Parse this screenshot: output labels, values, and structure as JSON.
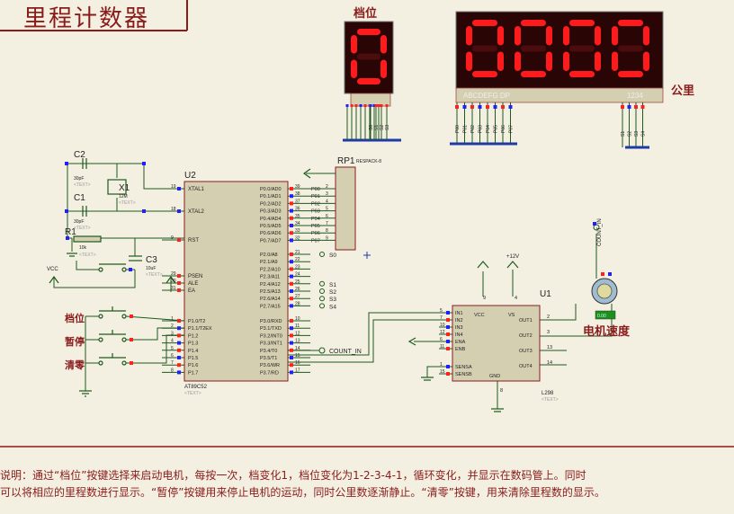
{
  "title": "里程计数器",
  "gear_display_label": "档位",
  "gear_display_digit": "0",
  "km_display_digits": [
    "0",
    "0",
    "0",
    "0"
  ],
  "km_label": "公里",
  "km_display_pins_left": "ABCDEFG  DP",
  "km_display_pins_right": "1234",
  "gear_display_pins": [
    "S0",
    "S1",
    "S2",
    "S3"
  ],
  "km_display_digit_pins": [
    "S1",
    "S2",
    "S3",
    "S4"
  ],
  "motor_speed_label": "电机速度",
  "motor_speed_readout": "0.00",
  "count_in_label": "COUNT_IN",
  "buttons": [
    {
      "label": "档位"
    },
    {
      "label": "暂停"
    },
    {
      "label": "清零"
    }
  ],
  "components": {
    "c2": {
      "ref": "C2",
      "value": "30pF",
      "text": "<TEXT>"
    },
    "c1": {
      "ref": "C1",
      "value": "30pF",
      "text": "<TEXT>"
    },
    "x1": {
      "ref": "X1",
      "value": "12M",
      "text": "<TEXT>"
    },
    "r1": {
      "ref": "R1",
      "value": "10k",
      "text": "<TEXT>"
    },
    "c3": {
      "ref": "C3",
      "value": "10uF",
      "text": "<TEXT>"
    },
    "rp1": {
      "ref": "RP1",
      "value": "RESPACK-8"
    },
    "u2": {
      "ref": "U2",
      "part": "AT89C52",
      "text": "<TEXT>"
    },
    "u1": {
      "ref": "U1",
      "part": "L298",
      "text": "<TEXT>"
    }
  },
  "vcc_label": "VCC",
  "plus12_label": "+12V",
  "mcu_left_pins": [
    {
      "num": "19",
      "name": "XTAL1"
    },
    {
      "num": "18",
      "name": "XTAL2"
    },
    {
      "num": "9",
      "name": "RST"
    },
    {
      "num": "29",
      "name": "PSEN"
    },
    {
      "num": "30",
      "name": "ALE"
    },
    {
      "num": "31",
      "name": "EA"
    }
  ],
  "mcu_p1_pins": [
    "P1.0/T2",
    "P1.1/T2EX",
    "P1.2",
    "P1.3",
    "P1.4",
    "P1.5",
    "P1.6",
    "P1.7"
  ],
  "mcu_p1_nums": [
    "1",
    "2",
    "3",
    "4",
    "5",
    "6",
    "7",
    "8"
  ],
  "mcu_p0_pins": [
    "P0.0/AD0",
    "P0.1/AD1",
    "P0.2/AD2",
    "P0.3/AD3",
    "P0.4/AD4",
    "P0.5/AD5",
    "P0.6/AD6",
    "P0.7/AD7"
  ],
  "mcu_p0_nums": [
    "39",
    "38",
    "37",
    "36",
    "35",
    "34",
    "33",
    "32"
  ],
  "p0_net_labels": [
    "P00",
    "P01",
    "P02",
    "P03",
    "P04",
    "P05",
    "P06",
    "P07"
  ],
  "mcu_p2_pins": [
    "P2.0/A8",
    "P2.1/A9",
    "P2.2/A10",
    "P2.3/A11",
    "P2.4/A12",
    "P2.5/A13",
    "P2.6/A14",
    "P2.7/A15"
  ],
  "mcu_p2_nums": [
    "21",
    "22",
    "23",
    "24",
    "25",
    "26",
    "27",
    "28"
  ],
  "p2_net_labels": [
    "S0",
    "",
    "",
    "",
    "S1",
    "S2",
    "S3",
    "S4"
  ],
  "mcu_p3_pins": [
    "P3.0/RXD",
    "P3.1/TXD",
    "P3.2/INT0",
    "P3.3/INT1",
    "P3.4/T0",
    "P3.5/T1",
    "P3.6/WR",
    "P3.7/RD"
  ],
  "mcu_p3_nums": [
    "10",
    "11",
    "12",
    "13",
    "14",
    "15",
    "16",
    "17"
  ],
  "l298_left_pins": [
    {
      "num": "5",
      "name": "IN1"
    },
    {
      "num": "7",
      "name": "IN2"
    },
    {
      "num": "10",
      "name": "IN3"
    },
    {
      "num": "12",
      "name": "IN4"
    },
    {
      "num": "6",
      "name": "ENA"
    },
    {
      "num": "11",
      "name": "ENB"
    },
    {
      "num": "1",
      "name": "SENSA"
    },
    {
      "num": "15",
      "name": "SENSB"
    }
  ],
  "l298_right_pins": [
    {
      "num": "2",
      "name": "OUT1"
    },
    {
      "num": "3",
      "name": "OUT2"
    },
    {
      "num": "13",
      "name": "OUT3"
    },
    {
      "num": "14",
      "name": "OUT4"
    }
  ],
  "l298_top": {
    "vcc": "VCC",
    "vs": "VS",
    "vcc_num": "9",
    "vs_num": "4"
  },
  "l298_gnd": {
    "label": "GND",
    "num": "8"
  },
  "note_line1": "说明：通过“档位”按键选择来启动电机，每按一次，档变化1，档位变化为1-2-3-4-1，循环变化，并显示在数码管上。同时",
  "note_line2": "可以将相应的里程数进行显示。“暂停”按键用来停止电机的运动，同时公里数逐渐静止。“清零”按键，用来清除里程数的显示。",
  "colors": {
    "background": "#f3f0e1",
    "wire": "#1d5a1d",
    "outline": "#8a1b1b",
    "chip_fill": "#d4cfb1",
    "segment_on": "#ff1b1b",
    "display_bg": "#2a0505",
    "pin_high": "#ff2020",
    "pin_low": "#2020ff",
    "bus": "#1f3aa8"
  }
}
